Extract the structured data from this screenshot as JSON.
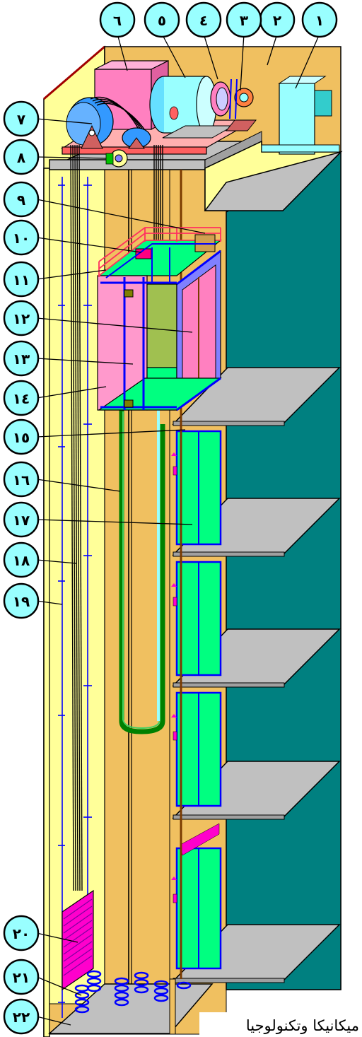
{
  "caption": "ميكانيكا وتكنولوجيا",
  "callouts": [
    {
      "id": 1,
      "label": "١"
    },
    {
      "id": 2,
      "label": "٢"
    },
    {
      "id": 3,
      "label": "٣"
    },
    {
      "id": 4,
      "label": "٤"
    },
    {
      "id": 5,
      "label": "٥"
    },
    {
      "id": 6,
      "label": "٦"
    },
    {
      "id": 7,
      "label": "٧"
    },
    {
      "id": 8,
      "label": "٨"
    },
    {
      "id": 9,
      "label": "٩"
    },
    {
      "id": 10,
      "label": "١٠"
    },
    {
      "id": 11,
      "label": "١١"
    },
    {
      "id": 12,
      "label": "١٢"
    },
    {
      "id": 13,
      "label": "١٣"
    },
    {
      "id": 14,
      "label": "١٤"
    },
    {
      "id": 15,
      "label": "١٥"
    },
    {
      "id": 16,
      "label": "١٦"
    },
    {
      "id": 17,
      "label": "١٧"
    },
    {
      "id": 18,
      "label": "١٨"
    },
    {
      "id": 19,
      "label": "١٩"
    },
    {
      "id": 20,
      "label": "٢٠"
    },
    {
      "id": 21,
      "label": "٢١"
    },
    {
      "id": 22,
      "label": "٢٢"
    }
  ],
  "colors": {
    "shaft_wall": "#f0c060",
    "side_wall": "#ffff99",
    "slab": "#c0c0c0",
    "floor_face": "#ffff99",
    "inner_wall": "#008080",
    "cabin_side": "#ff99cc",
    "cabin_panel": "#00ff80",
    "cabin_olive": "#a0c050",
    "frame": "#0000ff",
    "rail": "#ff6060",
    "motor": "#99ffff",
    "gearbox": "#ff80c0",
    "counterweight": "#ff00cc",
    "bubble": "#99ffff"
  }
}
